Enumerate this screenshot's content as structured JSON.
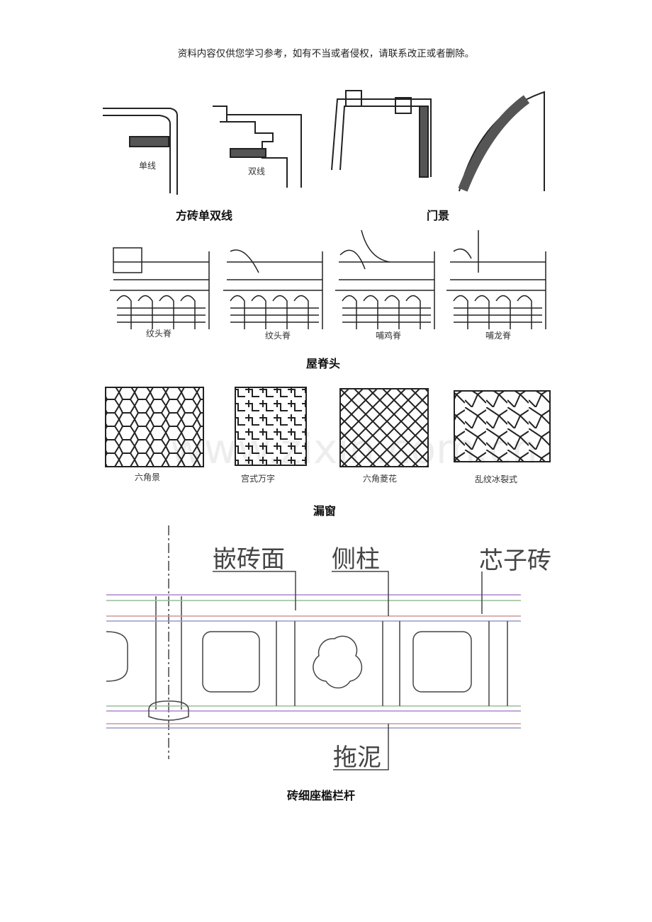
{
  "header_notice": "资料内容仅供您学习参考，如有不当或者侵权，请联系改正或者删除。",
  "watermark": "www.zixin.com.cn",
  "figures": [
    {
      "caption": "方砖单双线",
      "labels": [
        "单线",
        "双线"
      ]
    },
    {
      "caption": "门景",
      "labels": []
    },
    {
      "caption": "屋脊头",
      "labels": [
        "纹头脊",
        "纹头脊",
        "哺鸡脊",
        "哺龙脊"
      ]
    },
    {
      "caption": "漏窗",
      "labels": [
        "六角景",
        "宫式万字",
        "六角菱花",
        "乱纹冰裂式"
      ]
    },
    {
      "caption": "砖细座槛栏杆",
      "labels": [
        "嵌砖面",
        "侧柱",
        "芯子砖",
        "拖泥"
      ]
    }
  ]
}
